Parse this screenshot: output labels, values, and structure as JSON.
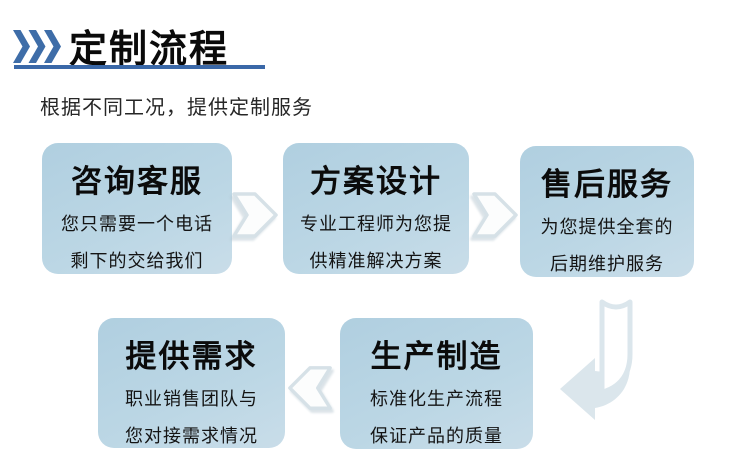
{
  "header": {
    "title": "定制流程",
    "subtitle": "根据不同工况，提供定制服务",
    "accent_color": "#3a68a8",
    "chevron_color": "#3e6da8",
    "chevron_icon": "triple-chevron-right-icon"
  },
  "flow": {
    "box_fill_color": "#b8d4e2",
    "arrow_outline_color": "#d6e1e7",
    "arrow_fill_color": "#fcfdfd",
    "bent_arrow_color": "#dbe6ec",
    "icons": {
      "between_top_boxes": "block-arrow-right-icon",
      "between_bottom_boxes": "block-arrow-left-icon",
      "row_connector": "bent-arrow-down-left-icon"
    },
    "boxes": [
      {
        "title": "咨询客服",
        "desc_line1": "您只需要一个电话",
        "desc_line2": "剩下的交给我们"
      },
      {
        "title": "方案设计",
        "desc_line1": "专业工程师为您提",
        "desc_line2": "供精准解决方案"
      },
      {
        "title": "售后服务",
        "desc_line1": "为您提供全套的",
        "desc_line2": "后期维护服务"
      },
      {
        "title": "提供需求",
        "desc_line1": "职业销售团队与",
        "desc_line2": "您对接需求情况"
      },
      {
        "title": "生产制造",
        "desc_line1": "标准化生产流程",
        "desc_line2": "保证产品的质量"
      }
    ]
  }
}
